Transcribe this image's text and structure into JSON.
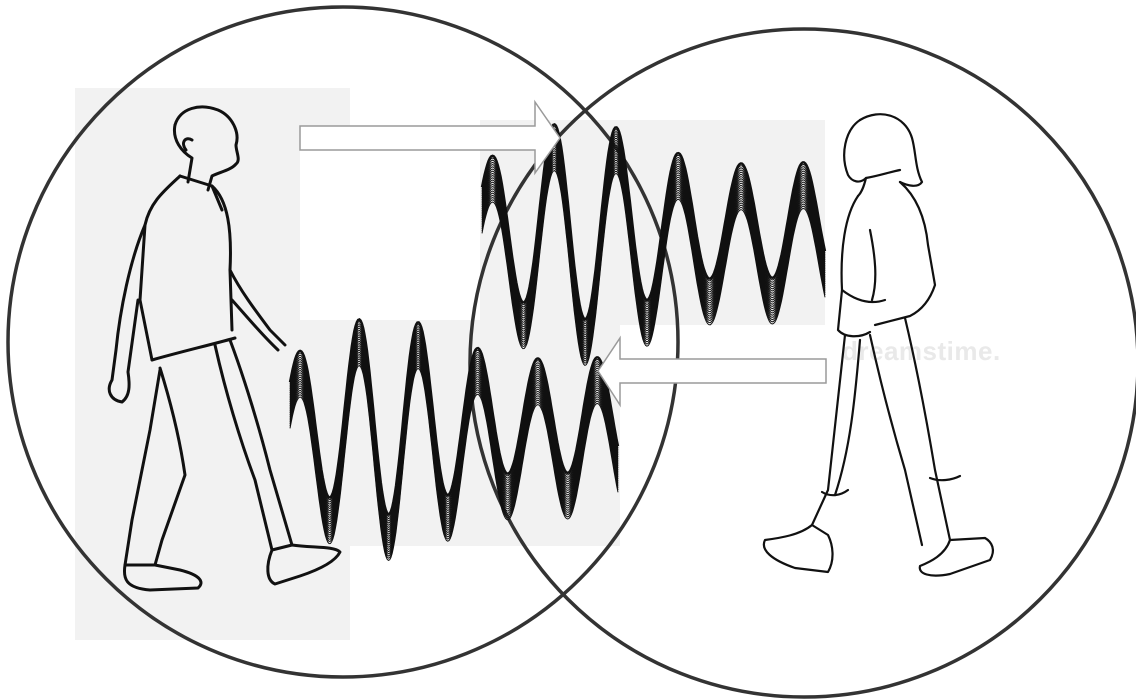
{
  "diagram": {
    "title": "",
    "watermark": "dreamstime.",
    "colors": {
      "ink": "#111111",
      "circle": "#333333",
      "panel": "#f1f1f1",
      "arrow_fill": "#ffffff",
      "arrow_stroke": "#9a9a9a"
    },
    "figures": [
      {
        "name": "walking-man",
        "icon": "walking-man-figure"
      },
      {
        "name": "walking-woman",
        "icon": "walking-woman-figure"
      }
    ],
    "signals": [
      {
        "name": "outgoing-waveform",
        "direction": "left-to-right"
      },
      {
        "name": "incoming-waveform",
        "direction": "right-to-left"
      }
    ]
  }
}
